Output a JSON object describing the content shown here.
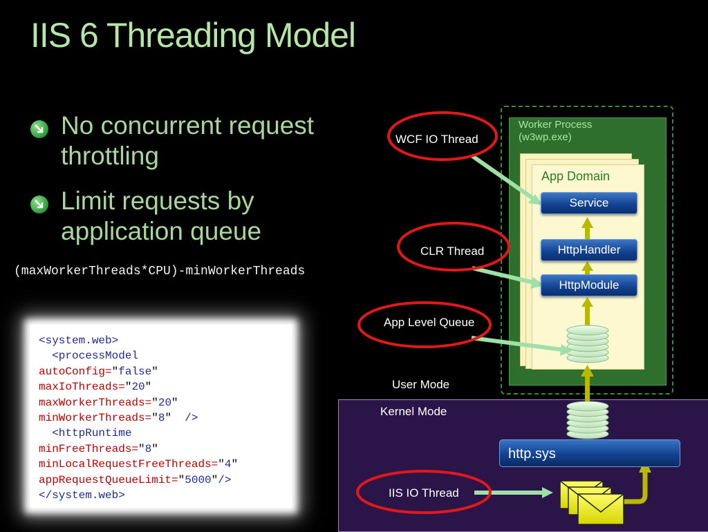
{
  "title": "IIS 6 Threading Model",
  "bullets": [
    "No concurrent request throttling",
    "Limit requests by application queue"
  ],
  "formula": "(maxWorkerThreads*CPU)-minWorkerThreads",
  "code_lines": [
    [
      {
        "t": "tag",
        "s": "<system.web>"
      }
    ],
    [
      {
        "t": "tag",
        "s": "  <processModel"
      }
    ],
    [
      {
        "t": "attr",
        "s": "autoConfig="
      },
      {
        "t": "pl",
        "s": "\""
      },
      {
        "t": "val",
        "s": "false"
      },
      {
        "t": "pl",
        "s": "\""
      }
    ],
    [
      {
        "t": "attr",
        "s": "maxIoThreads="
      },
      {
        "t": "pl",
        "s": "\""
      },
      {
        "t": "val",
        "s": "20"
      },
      {
        "t": "pl",
        "s": "\""
      }
    ],
    [
      {
        "t": "attr",
        "s": "maxWorkerThreads="
      },
      {
        "t": "pl",
        "s": "\""
      },
      {
        "t": "val",
        "s": "20"
      },
      {
        "t": "pl",
        "s": "\""
      }
    ],
    [
      {
        "t": "attr",
        "s": "minWorkerThreads="
      },
      {
        "t": "pl",
        "s": "\""
      },
      {
        "t": "val",
        "s": "8"
      },
      {
        "t": "pl",
        "s": "\"  "
      },
      {
        "t": "tag",
        "s": "/>"
      }
    ],
    [
      {
        "t": "tag",
        "s": "  <httpRuntime"
      }
    ],
    [
      {
        "t": "attr",
        "s": "minFreeThreads="
      },
      {
        "t": "pl",
        "s": "\""
      },
      {
        "t": "val",
        "s": "8"
      },
      {
        "t": "pl",
        "s": "\""
      }
    ],
    [
      {
        "t": "attr",
        "s": "minLocalRequestFreeThreads="
      },
      {
        "t": "pl",
        "s": "\""
      },
      {
        "t": "val",
        "s": "4"
      },
      {
        "t": "pl",
        "s": "\""
      }
    ],
    [
      {
        "t": "attr",
        "s": "appRequestQueueLimit="
      },
      {
        "t": "pl",
        "s": "\""
      },
      {
        "t": "val",
        "s": "5000"
      },
      {
        "t": "pl",
        "s": "\""
      },
      {
        "t": "tag",
        "s": "/>"
      }
    ],
    [
      {
        "t": "tag",
        "s": "</system.web>"
      }
    ]
  ],
  "diagram": {
    "worker_process": "Worker Process (w3wp.exe)",
    "app_domain": "App Domain",
    "service": "Service",
    "http_handler": "HttpHandler",
    "http_module": "HttpModule",
    "http_sys": "http.sys",
    "user_mode": "User Mode",
    "kernel_mode": "Kernel Mode",
    "threads": {
      "wcf_io": "WCF IO Thread",
      "clr": "CLR Thread",
      "app_queue": "App Level Queue",
      "iis_io": "IIS IO Thread"
    }
  },
  "colors": {
    "title": "#b6e6a6",
    "bullet_text": "#a9d79b",
    "highlight_ring": "#e01818",
    "pointer_arrow": "#9fe0a8",
    "flow_arrow": "#b8b800",
    "kernel_bg": "#2b1448",
    "worker_bg": "#2e6f2d"
  },
  "icons": [
    "bullet-arrow-icon",
    "envelope-icon",
    "queue-stack-icon"
  ]
}
